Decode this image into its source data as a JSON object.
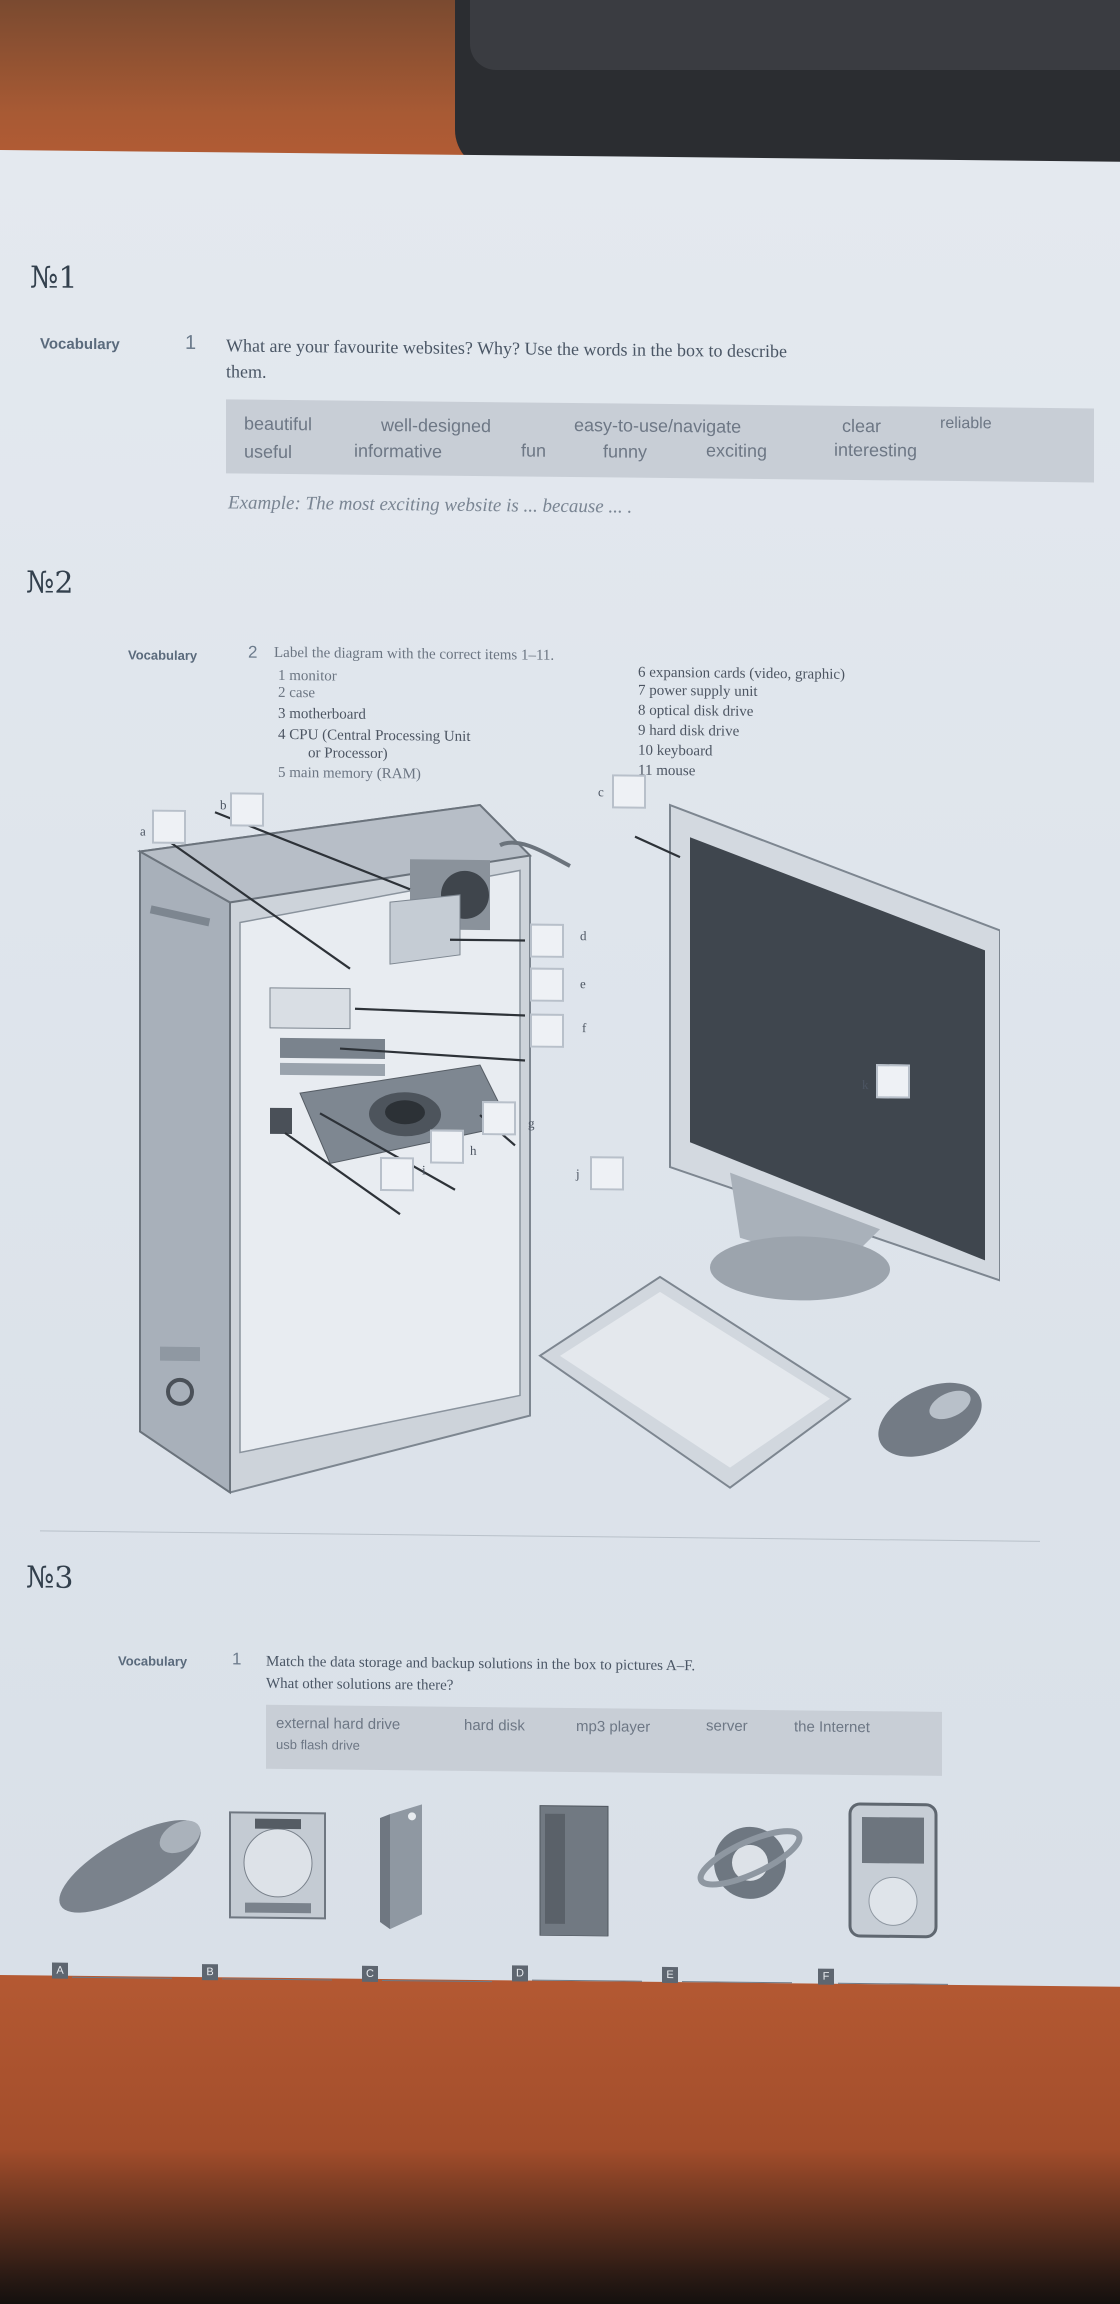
{
  "sections": {
    "s1": {
      "number": "№1"
    },
    "s2": {
      "number": "№2"
    },
    "s3": {
      "number": "№3"
    }
  },
  "ex1": {
    "tag": "Vocabulary",
    "num": "1",
    "instruction_line1": "What are your favourite websites? Why? Use the words in the box to describe",
    "instruction_line2": "them.",
    "words": [
      "beautiful",
      "well-designed",
      "easy-to-use/navigate",
      "clear",
      "reliable",
      "useful",
      "informative",
      "fun",
      "funny",
      "exciting",
      "interesting"
    ],
    "example": "Example: The most exciting website is ... because ... ."
  },
  "ex2": {
    "tag": "Vocabulary",
    "num": "2",
    "instruction": "Label the diagram with the correct items 1–11.",
    "left_items": [
      "1  monitor",
      "2  case",
      "3  motherboard",
      "4  CPU (Central Processing Unit",
      "or Processor)",
      "5  main memory (RAM)"
    ],
    "right_items": [
      "6  expansion cards (video, graphic)",
      "7  power supply unit",
      "8  optical disk drive",
      "9  hard disk drive",
      "10 keyboard",
      "11 mouse"
    ],
    "labels": [
      "a",
      "b",
      "c",
      "d",
      "e",
      "f",
      "g",
      "h",
      "i",
      "j",
      "k"
    ]
  },
  "ex3": {
    "tag": "Vocabulary",
    "num": "1",
    "instruction_line1": "Match the data storage and backup solutions in the box to pictures A–F.",
    "instruction_line2": "What other solutions are there?",
    "words": [
      "external hard drive",
      "hard disk",
      "mp3 player",
      "server",
      "the Internet",
      "usb flash drive"
    ],
    "pictures": [
      "A",
      "B",
      "C",
      "D",
      "E",
      "F"
    ]
  },
  "colors": {
    "paper": "#e0e6ed",
    "desk": "#b4542f",
    "ink": "#4a5665",
    "wordbox": "#c8ced6"
  }
}
